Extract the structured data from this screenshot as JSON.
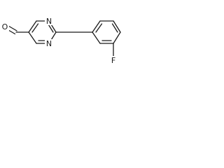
{
  "molecule": {
    "atoms": {
      "n_top": "N",
      "n_bottom": "N",
      "oxygen": "O",
      "fluorine": "F"
    }
  },
  "colors": {
    "bond": "#1a1a1a",
    "background": "#ffffff"
  }
}
